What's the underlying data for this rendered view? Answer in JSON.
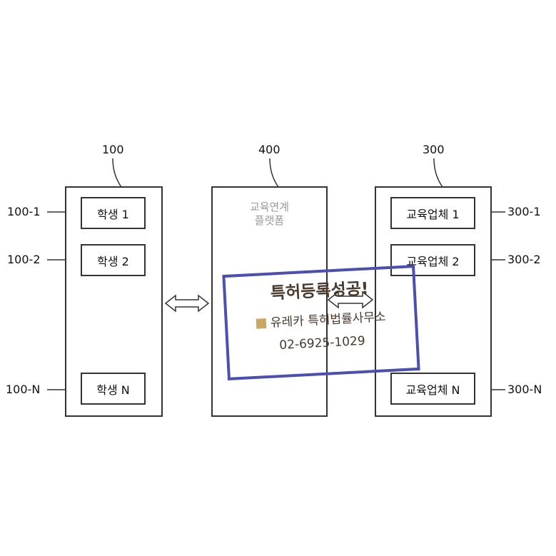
{
  "groups": {
    "students": {
      "ref": "100",
      "items": [
        {
          "ref": "100-1",
          "label": "학생 1"
        },
        {
          "ref": "100-2",
          "label": "학생 2"
        },
        {
          "ref": "100-N",
          "label": "학생 N"
        }
      ]
    },
    "platform": {
      "ref": "400",
      "label_line1": "교육연계",
      "label_line2": "플랫폼"
    },
    "companies": {
      "ref": "300",
      "items": [
        {
          "ref": "300-1",
          "label": "교육업체 1"
        },
        {
          "ref": "300-2",
          "label": "교육업체 2"
        },
        {
          "ref": "300-N",
          "label": "교육업체 N"
        }
      ]
    }
  },
  "stamp": {
    "title": "특허등록성공!",
    "firm": "유레카 특허법률사무소",
    "phone": "02-6925-1029",
    "color": "#4a4fb0"
  }
}
